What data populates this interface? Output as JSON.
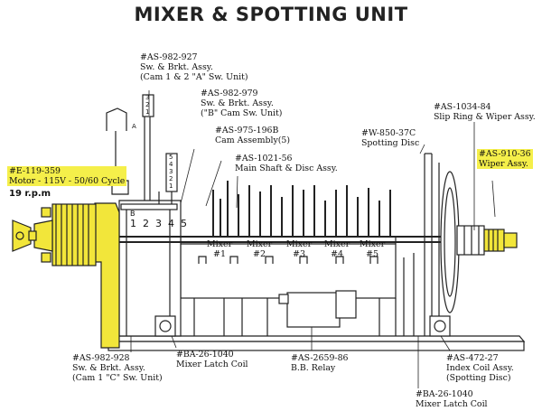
{
  "title": "MIXER & SPOTTING UNIT",
  "labels": {
    "sw_brkt_a": {
      "part": "#AS-982-927",
      "line1": "Sw. & Brkt. Assy.",
      "line2": "(Cam 1 & 2 \"A\" Sw. Unit)"
    },
    "sw_brkt_b": {
      "part": "#AS-982-979",
      "line1": "Sw. & Brkt. Assy.",
      "line2": "(\"B\" Cam Sw. Unit)"
    },
    "cam_assy": {
      "part": "#AS-975-196B",
      "line1": "Cam Assembly(5)"
    },
    "main_shaft": {
      "part": "#AS-1021-56",
      "line1": "Main Shaft & Disc Assy."
    },
    "spotting_disc": {
      "part": "#W-850-37C",
      "line1": "Spotting Disc"
    },
    "slip_ring": {
      "part": "#AS-1034-84",
      "line1": "Slip Ring & Wiper Assy."
    },
    "wiper_assy": {
      "part": "#AS-910-36",
      "line1": "Wiper Assy."
    },
    "motor": {
      "part": "#E-119-359",
      "line1": "Motor - 115V - 50/60 Cycle",
      "rpm": "19 r.p.m"
    },
    "sw_brkt_c": {
      "part": "#AS-982-928",
      "line1": "Sw. & Brkt. Assy.",
      "line2": "(Cam 1 \"C\" Sw. Unit)"
    },
    "latch_coil_1": {
      "part": "#BA-26-1040",
      "line1": "Mixer Latch Coil"
    },
    "bb_relay": {
      "part": "#AS-2659-86",
      "line1": "B.B. Relay"
    },
    "index_coil": {
      "part": "#AS-472-27",
      "line1": "Index Coil Assy.",
      "line2": "(Spotting Disc)"
    },
    "latch_coil_2": {
      "part": "#BA-26-1040",
      "line1": "Mixer Latch Coil"
    }
  },
  "mixers": [
    {
      "name": "Mixer",
      "num": "#1"
    },
    {
      "name": "Mixer",
      "num": "#2"
    },
    {
      "name": "Mixer",
      "num": "#3"
    },
    {
      "name": "Mixer",
      "num": "#4"
    },
    {
      "name": "Mixer",
      "num": "#5"
    }
  ],
  "cam_numbers": [
    "1",
    "2",
    "3",
    "4",
    "5"
  ],
  "switch_stack_a": [
    "3",
    "2",
    "1"
  ],
  "switch_stack_b": [
    "5",
    "4",
    "3",
    "2",
    "1"
  ],
  "switch_a_letter": "A",
  "cam_b_letter": "B",
  "colors": {
    "highlight": "#f5ef4a",
    "motor": "#f2e63a",
    "line": "#222222"
  }
}
